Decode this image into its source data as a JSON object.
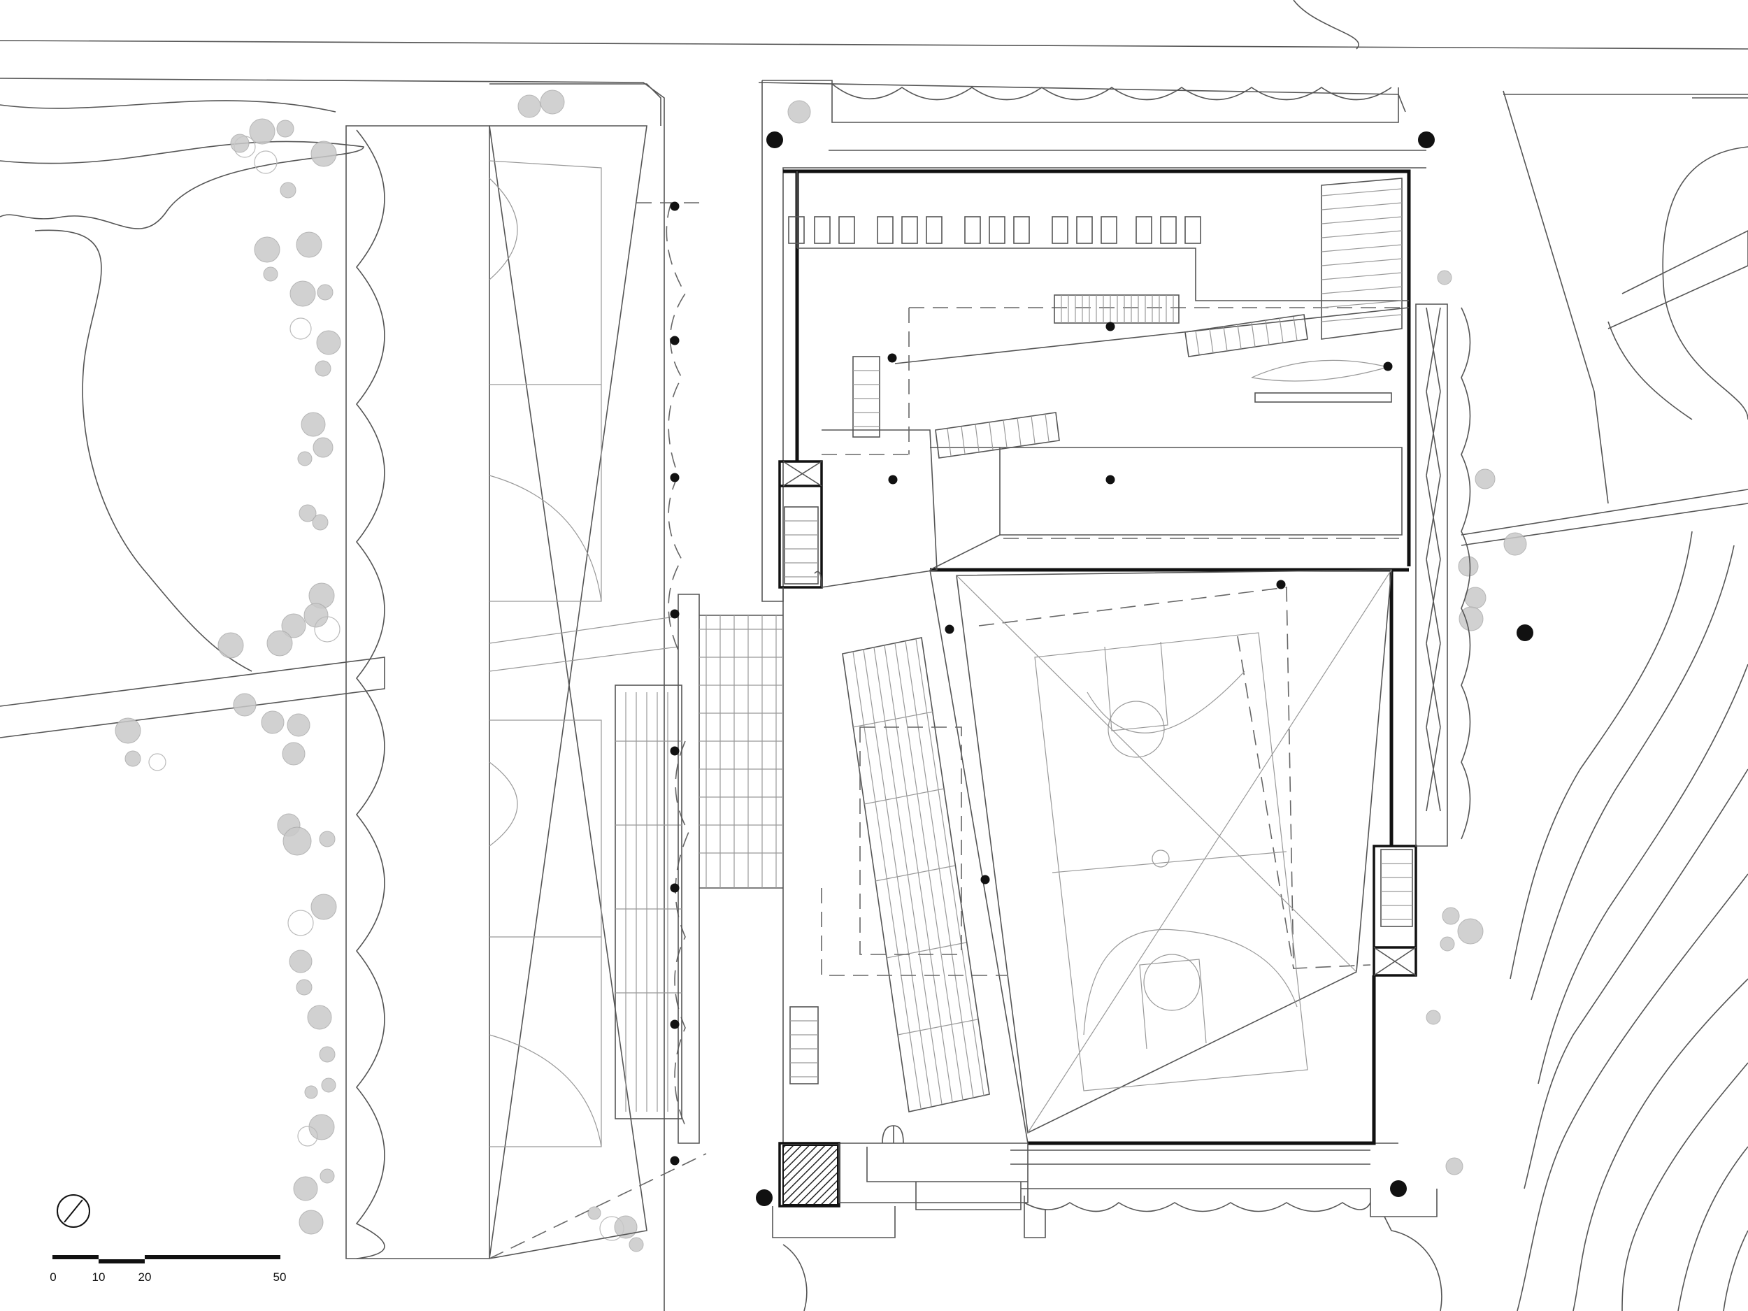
{
  "scale_bar": {
    "ticks": [
      {
        "label": "0",
        "value": 0
      },
      {
        "label": "10",
        "value": 10
      },
      {
        "label": "20",
        "value": 20
      },
      {
        "label": "50",
        "value": 50
      }
    ]
  },
  "north_arrow": {
    "icon": "north-arrow-icon"
  },
  "colors": {
    "line": "#555555",
    "wall": "#111111",
    "tree": "#c9c9c9",
    "background": "#ffffff"
  }
}
